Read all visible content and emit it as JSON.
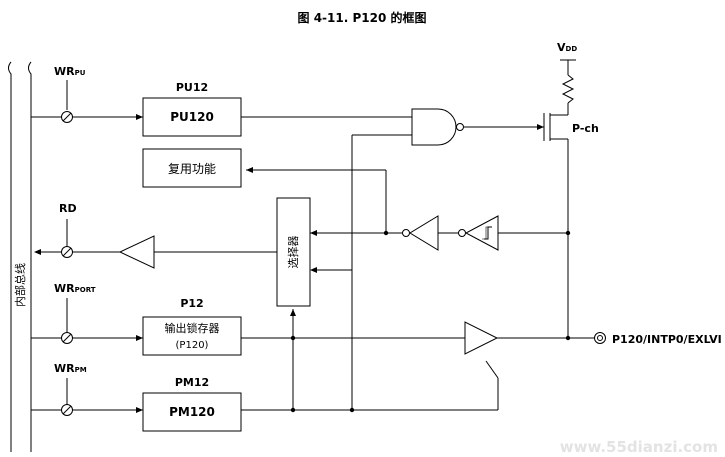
{
  "title": "图 4-11.  P120 的框图",
  "bus_label": "内部总线",
  "signals": {
    "wr_pu": {
      "main": "WR",
      "sub": "PU"
    },
    "rd": "RD",
    "wr_port": {
      "main": "WR",
      "sub": "PORT"
    },
    "wr_pm": {
      "main": "WR",
      "sub": "PM"
    },
    "vdd": {
      "main": "V",
      "sub": "DD"
    },
    "pch": "P-ch",
    "pin": "P120/INTP0/EXLVI"
  },
  "blocks": {
    "pu12_header": "PU12",
    "pu120": "PU120",
    "alt_func": "复用功能",
    "selector": "选择器",
    "p12_header": "P12",
    "latch_line1": "输出锁存器",
    "latch_line2": "(P120)",
    "pm12_header": "PM12",
    "pm120": "PM120"
  },
  "watermark": "www.55dianzi.com"
}
